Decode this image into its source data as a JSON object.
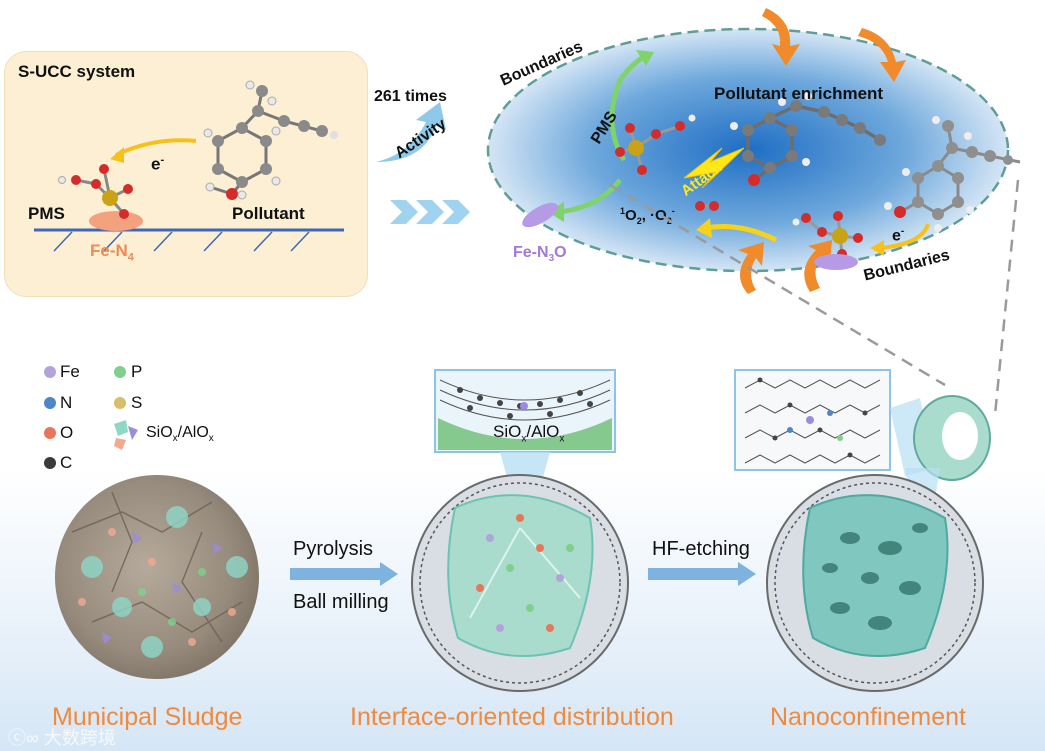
{
  "top_left": {
    "title": "S-UCC system",
    "pms": "PMS",
    "pollutant": "Pollutant",
    "electron": "e",
    "electron_sup": "-",
    "site_main": "Fe-N",
    "site_sub": "4"
  },
  "middle": {
    "times": "261 times",
    "activity": "Activity"
  },
  "ellipse": {
    "boundaries_top": "Boundaries",
    "boundaries_bottom": "Boundaries",
    "pms": "PMS",
    "pollutant_enrichment": "Pollutant enrichment",
    "attack": "Attack",
    "electron": "e",
    "electron_sup": "-",
    "ros_text": "O",
    "fe_site_main": "Fe-N",
    "fe_site_sub": "3",
    "fe_site_tail": "O"
  },
  "legend": {
    "fe": "Fe",
    "p": "P",
    "n": "N",
    "s": "S",
    "o": "O",
    "c": "C",
    "siox": "SiO",
    "siox_sub": "x",
    "alox": "/AlO",
    "alox_sub": "x"
  },
  "process": {
    "step1_line1": "Pyrolysis",
    "step1_line2": "Ball milling",
    "step2": "HF-etching",
    "dome_label": "SiO",
    "dome_sub1": "x",
    "dome_mid": "/AlO",
    "dome_sub2": "x"
  },
  "captions": {
    "sludge": "Municipal Sludge",
    "interface": "Interface-oriented distribution",
    "nano": "Nanoconfinement"
  },
  "watermark": "大数跨境",
  "colors": {
    "fe": "#b3a3dc",
    "n": "#4f86c9",
    "o": "#e8775a",
    "c": "#3a3a3a",
    "p": "#7fd08c",
    "s": "#d8bd6a",
    "caption": "#f08a3c",
    "panel": "#fcefd3"
  }
}
